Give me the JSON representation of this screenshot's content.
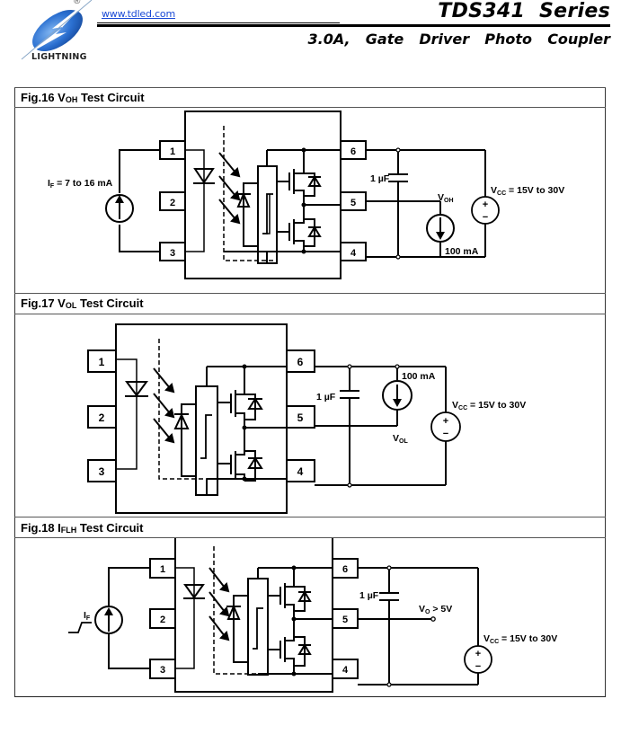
{
  "header": {
    "brand": "LIGHTNING",
    "registered_mark": "®",
    "url": "www.tdled.com",
    "series_title": "TDS341  Series",
    "subtitle": "3.0A,  Gate  Driver  Photo  Coupler"
  },
  "figures": [
    {
      "id": "fig16",
      "title_prefix": "Fig.16 V",
      "title_sub": "OH",
      "title_suffix": " Test Circuit",
      "labels": {
        "source": "I",
        "source_sub": "F",
        "source_value": " = 7 to 16 mA",
        "pins": [
          "1",
          "2",
          "3",
          "6",
          "5",
          "4"
        ],
        "capacitor": "1 µF",
        "measure": "V",
        "measure_sub": "OH",
        "load_current": "100 mA",
        "vcc": "V",
        "vcc_sub": "CC",
        "vcc_value": " = 15V to 30V",
        "plus": "+",
        "minus": "−"
      }
    },
    {
      "id": "fig17",
      "title_prefix": "Fig.17 V",
      "title_sub": "OL",
      "title_suffix": " Test Circuit",
      "labels": {
        "pins": [
          "1",
          "2",
          "3",
          "6",
          "5",
          "4"
        ],
        "capacitor": "1 µF",
        "measure": "V",
        "measure_sub": "OL",
        "load_current": "100 mA",
        "vcc": "V",
        "vcc_sub": "CC",
        "vcc_value": " = 15V to 30V",
        "plus": "+",
        "minus": "−"
      }
    },
    {
      "id": "fig18",
      "title_prefix": "Fig.18 I",
      "title_sub": "FLH",
      "title_suffix": " Test Circuit",
      "labels": {
        "source": "I",
        "source_sub": "F",
        "pins": [
          "1",
          "2",
          "3",
          "6",
          "5",
          "4"
        ],
        "capacitor": "1 µF",
        "output": "V",
        "output_sub": "O",
        "output_value": " > 5V",
        "vcc": "V",
        "vcc_sub": "CC",
        "vcc_value": " = 15V to 30V",
        "plus": "+",
        "minus": "−"
      }
    }
  ]
}
